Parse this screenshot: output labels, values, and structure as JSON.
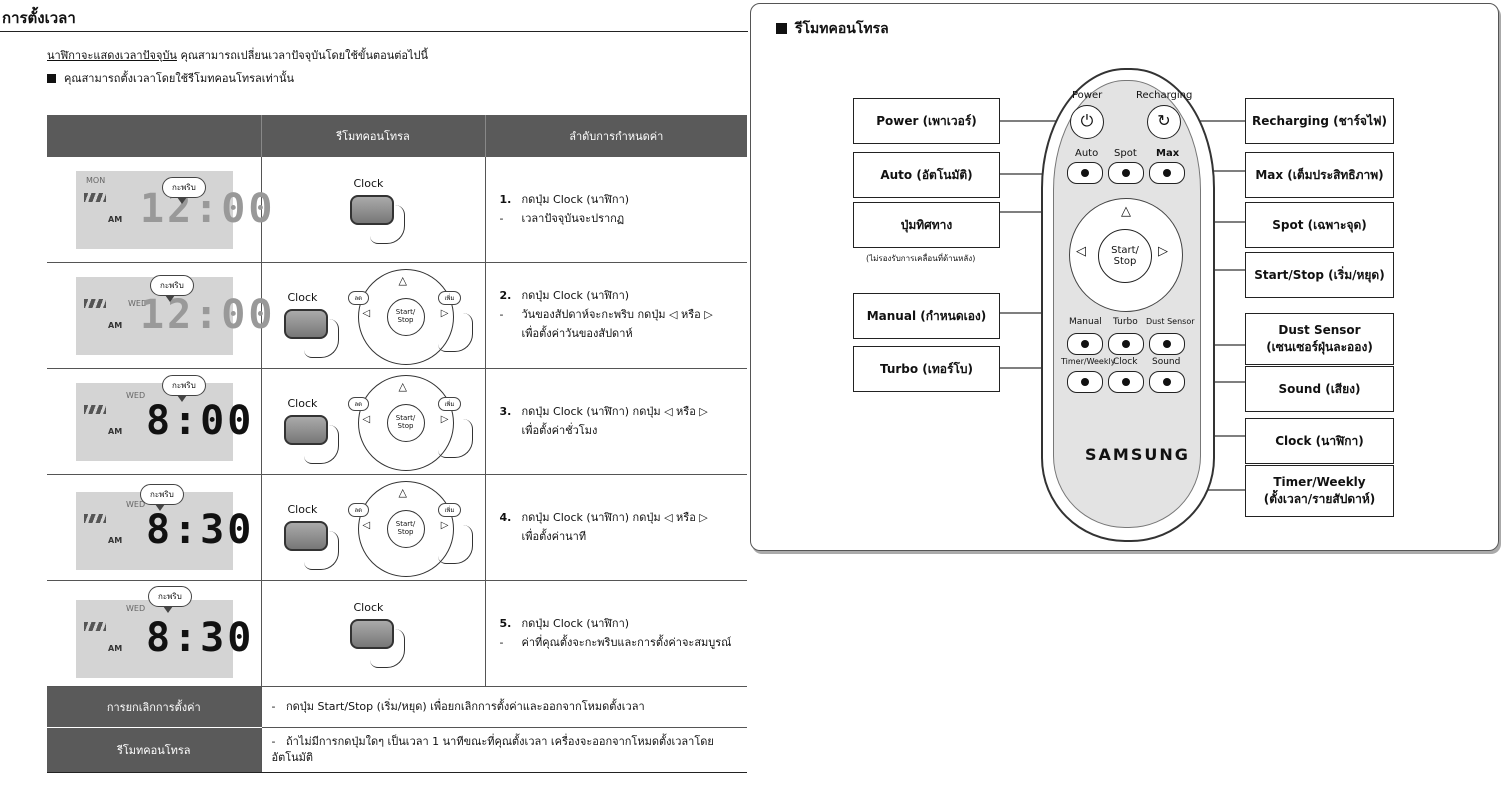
{
  "left": {
    "section_title": "การตั้งเวลา",
    "intro_underlined": "นาฬิกาจะแสดงเวลาปัจจุบัน",
    "intro_rest": " คุณสามารถเปลี่ยนเวลาปัจจุบันโดยใช้ขั้นตอนต่อไปนี้",
    "note": "คุณสามารถตั้งเวลาโดยใช้รีโมทคอนโทรลเท่านั้น",
    "headers": [
      "",
      "รีโมทคอนโทรล",
      "ลำดับการกำหนดค่า"
    ],
    "blink": "กะพริบ",
    "clock": "Clock",
    "dial_center": "Start/\nStop",
    "dial_minus": "ลด",
    "dial_plus": "เพิ่ม",
    "am": "AM",
    "steps": [
      {
        "day": "MON",
        "digits": "12:00",
        "lit": false,
        "num": "1.",
        "line1": "กดปุ่ม Clock (นาฬิกา)",
        "line2": "เวลาปัจจุบันจะปรากฏ",
        "line3": "",
        "dial": false
      },
      {
        "day": "WED",
        "digits": "12:00",
        "lit": false,
        "num": "2.",
        "line1": "กดปุ่ม Clock (นาฬิกา)",
        "line2": "วันของสัปดาห์จะกะพริบ กดปุ่ม ◁ หรือ ▷",
        "line3": "เพื่อตั้งค่าวันของสัปดาห์",
        "dial": true
      },
      {
        "day": "WED",
        "digits": "8:00",
        "lit": true,
        "num": "3.",
        "line1": "กดปุ่ม Clock (นาฬิกา) กดปุ่ม ◁ หรือ ▷",
        "line2": "",
        "line3": "เพื่อตั้งค่าชั่วโมง",
        "dial": true
      },
      {
        "day": "WED",
        "digits": "8:30",
        "lit": true,
        "num": "4.",
        "line1": "กดปุ่ม Clock (นาฬิกา) กดปุ่ม ◁ หรือ ▷",
        "line2": "",
        "line3": "เพื่อตั้งค่านาที",
        "dial": true
      },
      {
        "day": "WED",
        "digits": "8:30",
        "lit": true,
        "num": "5.",
        "line1": "กดปุ่ม Clock (นาฬิกา)",
        "line2": "ค่าที่คุณตั้งจะกะพริบและการตั้งค่าจะสมบูรณ์",
        "line3": "",
        "dial": false
      }
    ],
    "footer": [
      {
        "head": "การยกเลิกการตั้งค่า",
        "text": "กดปุ่ม Start/Stop (เริ่ม/หยุด) เพื่อยกเลิกการตั้งค่าและออกจากโหมดตั้งเวลา"
      },
      {
        "head": "รีโมทคอนโทรล",
        "text": "ถ้าไม่มีการกดปุ่มใดๆ เป็นเวลา 1 นาทีขณะที่คุณตั้งเวลา เครื่องจะออกจากโหมดตั้งเวลาโดย อัตโนมัติ"
      }
    ]
  },
  "right": {
    "title": "รีโมทคอนโทรล",
    "remote_labels": {
      "power": "Power",
      "recharging": "Recharging",
      "auto": "Auto",
      "spot": "Spot",
      "max": "Max",
      "manual": "Manual",
      "turbo": "Turbo",
      "dust": "Dust Sensor",
      "timer": "Timer/Weekly",
      "clock": "Clock",
      "sound": "Sound",
      "startstop": "Start/\nStop",
      "brand": "SAMSUNG"
    },
    "callouts": {
      "power": "Power (เพาเวอร์)",
      "auto": "Auto (อัตโนมัติ)",
      "direction": "ปุ่มทิศทาง",
      "direction_note": "(ไม่รองรับการเคลื่อนที่ด้านหลัง)",
      "manual": "Manual (กำหนดเอง)",
      "turbo": "Turbo (เทอร์โบ)",
      "recharging": "Recharging (ชาร์จไฟ)",
      "max": "Max (เต็มประสิทธิภาพ)",
      "spot": "Spot (เฉพาะจุด)",
      "startstop": "Start/Stop (เริ่ม/หยุด)",
      "dust1": "Dust Sensor",
      "dust2": "(เซนเซอร์ฝุ่นละออง)",
      "sound": "Sound (เสียง)",
      "clock": "Clock (นาฬิกา)",
      "timer1": "Timer/Weekly",
      "timer2": "(ตั้งเวลา/รายสัปดาห์)"
    }
  }
}
